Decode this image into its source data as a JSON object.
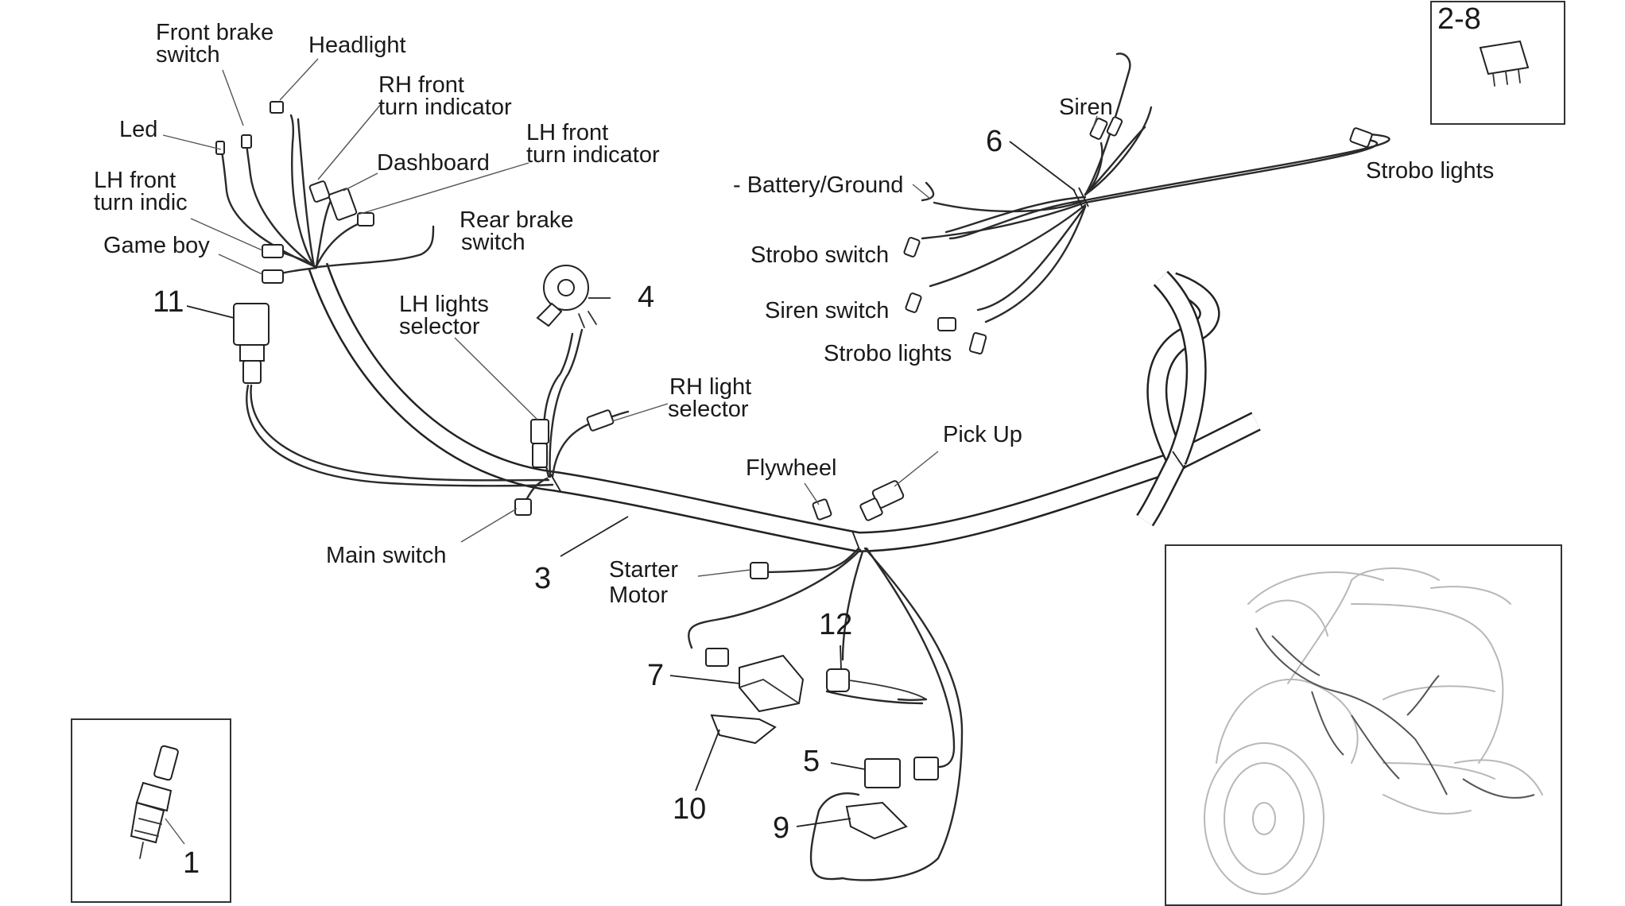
{
  "labels": {
    "front_brake_switch_1": "Front brake",
    "front_brake_switch_2": "switch",
    "headlight": "Headlight",
    "rh_front_turn_1": "RH front",
    "rh_front_turn_2": "turn indicator",
    "led": "Led",
    "lh_front_turn_ind_1": "LH front",
    "lh_front_turn_ind_2": "turn indicator",
    "dashboard": "Dashboard",
    "lh_front_turn_indic_1": "LH front",
    "lh_front_turn_indic_2": "turn indic",
    "rear_brake_1": "Rear brake",
    "rear_brake_2": "switch",
    "game_boy": "Game boy",
    "lh_lights_selector_1": "LH lights",
    "lh_lights_selector_2": "selector",
    "rh_light_selector_1": "RH light",
    "rh_light_selector_2": "selector",
    "main_switch": "Main switch",
    "flywheel": "Flywheel",
    "pick_up": "Pick Up",
    "starter_motor_1": "Starter",
    "starter_motor_2": "Motor",
    "battery_ground": "- Battery/Ground",
    "siren": "Siren",
    "strobo_lights_top": "Strobo lights",
    "strobo_switch": "Strobo switch",
    "siren_switch": "Siren switch",
    "strobo_lights_bottom": "Strobo lights"
  },
  "part_numbers": {
    "p1": "1",
    "p2_8": "2-8",
    "p3": "3",
    "p4": "4",
    "p5": "5",
    "p6": "6",
    "p7": "7",
    "p9": "9",
    "p10": "10",
    "p11": "11",
    "p12": "12"
  }
}
